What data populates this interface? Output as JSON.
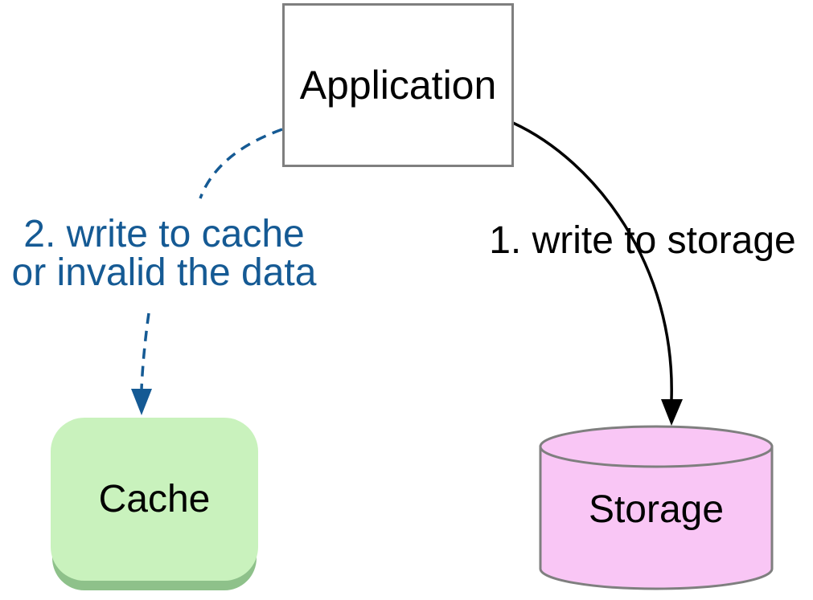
{
  "nodes": {
    "application": {
      "label": "Application",
      "shape": "rectangle",
      "fill": "#ffffff"
    },
    "cache": {
      "label": "Cache",
      "shape": "rounded-rectangle",
      "fill": "#c9f2bd"
    },
    "storage": {
      "label": "Storage",
      "shape": "cylinder",
      "fill": "#f9c6f5"
    }
  },
  "edges": {
    "write_to_storage": {
      "label": "1. write to storage",
      "from": "application",
      "to": "storage",
      "style": "solid",
      "color": "#000000",
      "step": 1
    },
    "write_to_cache": {
      "label_line1": "2. write to cache",
      "label_line2": "or invalid the data",
      "from": "application",
      "to": "cache",
      "style": "dashed",
      "color": "#155a94",
      "step": 2
    }
  },
  "colors": {
    "edge-blue": "#155a94",
    "edge-black": "#000000",
    "node-border": "#7f7f7f",
    "cache-fill": "#c9f2bd",
    "cache-shadow": "#8ec18a",
    "storage-fill": "#f9c6f5",
    "text-black": "#000000"
  }
}
